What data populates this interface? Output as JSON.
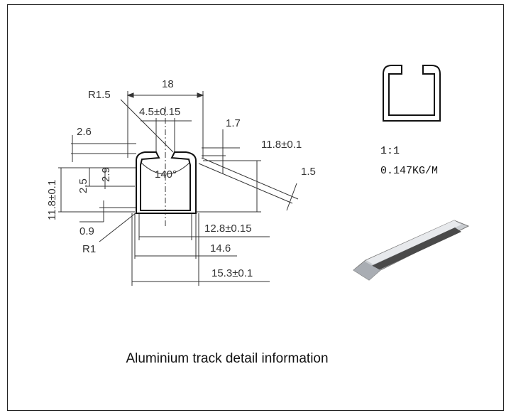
{
  "drawing": {
    "dims": {
      "width_top": "18",
      "radius_top": "R1.5",
      "slot_width": "4.5±0.15",
      "lip_left": "2.6",
      "lip_right": "1.7",
      "height_right": "11.8±0.1",
      "thickness_right": "1.5",
      "height_left": "11.8±0.1",
      "dim_2_9": "2.9",
      "dim_2_5": "2.5",
      "angle": "140°",
      "base_thickness": "0.9",
      "radius_bottom": "R1",
      "inner_width": "12.8±0.15",
      "mid_width": "14.6",
      "outer_width": "15.3±0.1"
    }
  },
  "specs": {
    "scale": "1:1",
    "weight": "0.147KG/M"
  },
  "caption": "Aluminium track detail information"
}
